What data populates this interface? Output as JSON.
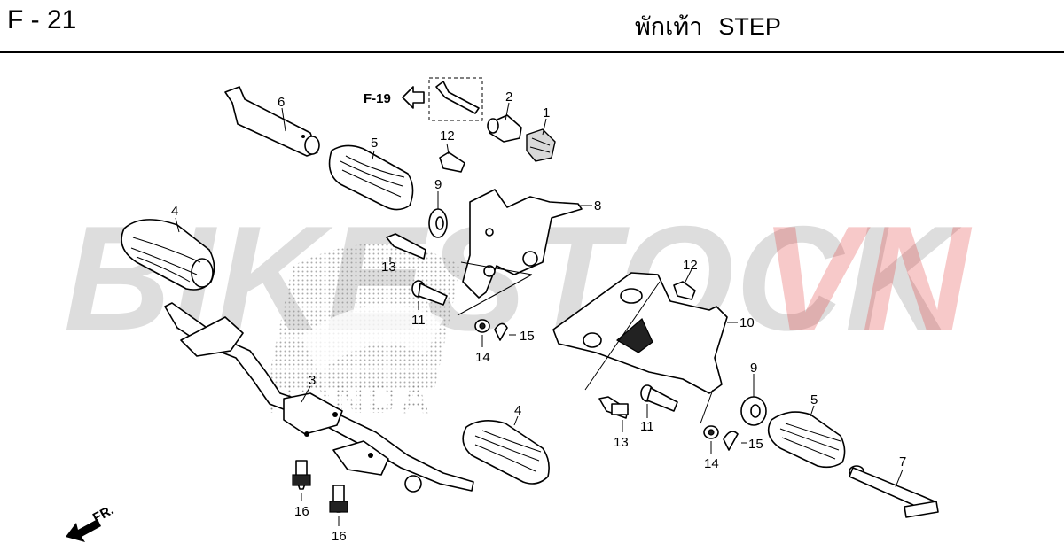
{
  "header": {
    "code": "F - 21",
    "title_thai": "พักเท้า",
    "title_en": "STEP"
  },
  "watermark": {
    "left_text": "BIKESTOCK",
    "right_text": "VN",
    "color_left": "#000000",
    "color_right": "#e12b2b"
  },
  "logo": {
    "brand_text": "HONDA"
  },
  "reference": {
    "label": "F-19"
  },
  "direction": {
    "label": "FR."
  },
  "callouts": {
    "c1": "1",
    "c2": "2",
    "c3": "3",
    "c4a": "4",
    "c4b": "4",
    "c5a": "5",
    "c5b": "5",
    "c6": "6",
    "c7": "7",
    "c8": "8",
    "c9a": "9",
    "c9b": "9",
    "c10": "10",
    "c11a": "11",
    "c11b": "11",
    "c12a": "12",
    "c12b": "12",
    "c13a": "13",
    "c13b": "13",
    "c14a": "14",
    "c14b": "14",
    "c15a": "15",
    "c15b": "15",
    "c16a": "16",
    "c16b": "16"
  }
}
